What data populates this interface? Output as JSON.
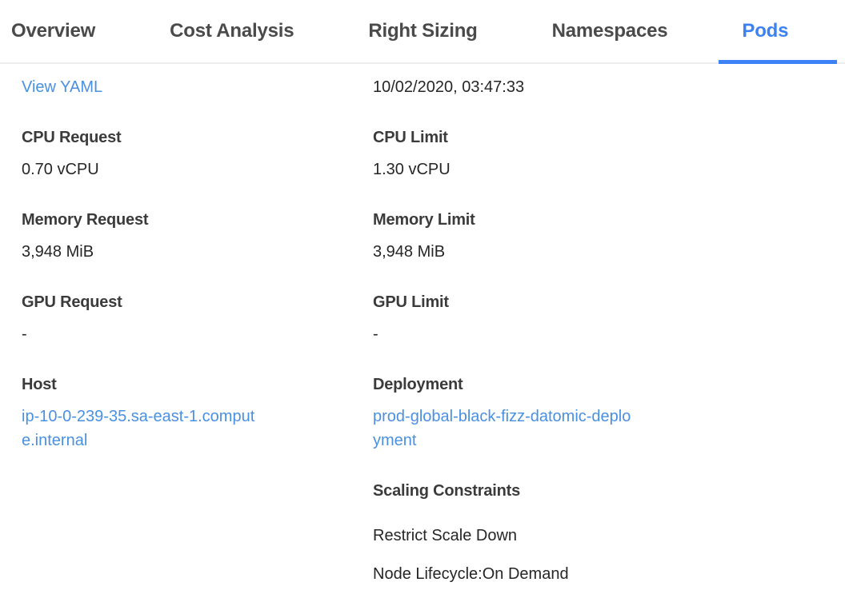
{
  "tab_bar": {
    "tabs": [
      {
        "label": "Overview",
        "active": false
      },
      {
        "label": "Cost Analysis",
        "active": false
      },
      {
        "label": "Right Sizing",
        "active": false
      },
      {
        "label": "Namespaces",
        "active": false
      },
      {
        "label": "Pods",
        "active": true
      }
    ],
    "active_tab": "Pods"
  },
  "pod_details": {
    "left": {
      "view_yaml": "View YAML",
      "fields": [
        {
          "label": "CPU Request",
          "value": "0.70 vCPU"
        },
        {
          "label": "Memory Request",
          "value": "3,948 MiB"
        },
        {
          "label": "GPU Request",
          "value": "-"
        },
        {
          "label": "Host",
          "value": "ip-10-0-239-35.sa-east-1.compute.internal"
        }
      ]
    },
    "right": {
      "timestamp": "10/02/2020, 03:47:33",
      "fields": [
        {
          "label": "CPU Limit",
          "value": "1.30 vCPU"
        },
        {
          "label": "Memory Limit",
          "value": "3,948 MiB"
        },
        {
          "label": "GPU Limit",
          "value": "-"
        },
        {
          "label": "Deployment",
          "value": "prod-global-black-fizz-datomic-deployment"
        }
      ],
      "scaling_constraints": {
        "label": "Scaling Constraints",
        "items": [
          "Restrict Scale Down",
          "Node Lifecycle:On Demand"
        ]
      }
    }
  },
  "colors": {
    "active_tab": "#3c82f4",
    "link": "#4a90e2",
    "tab_text": "#4a4a4a",
    "label_text": "#3b3b3b",
    "value_text": "#262626",
    "divider": "#ececec"
  }
}
